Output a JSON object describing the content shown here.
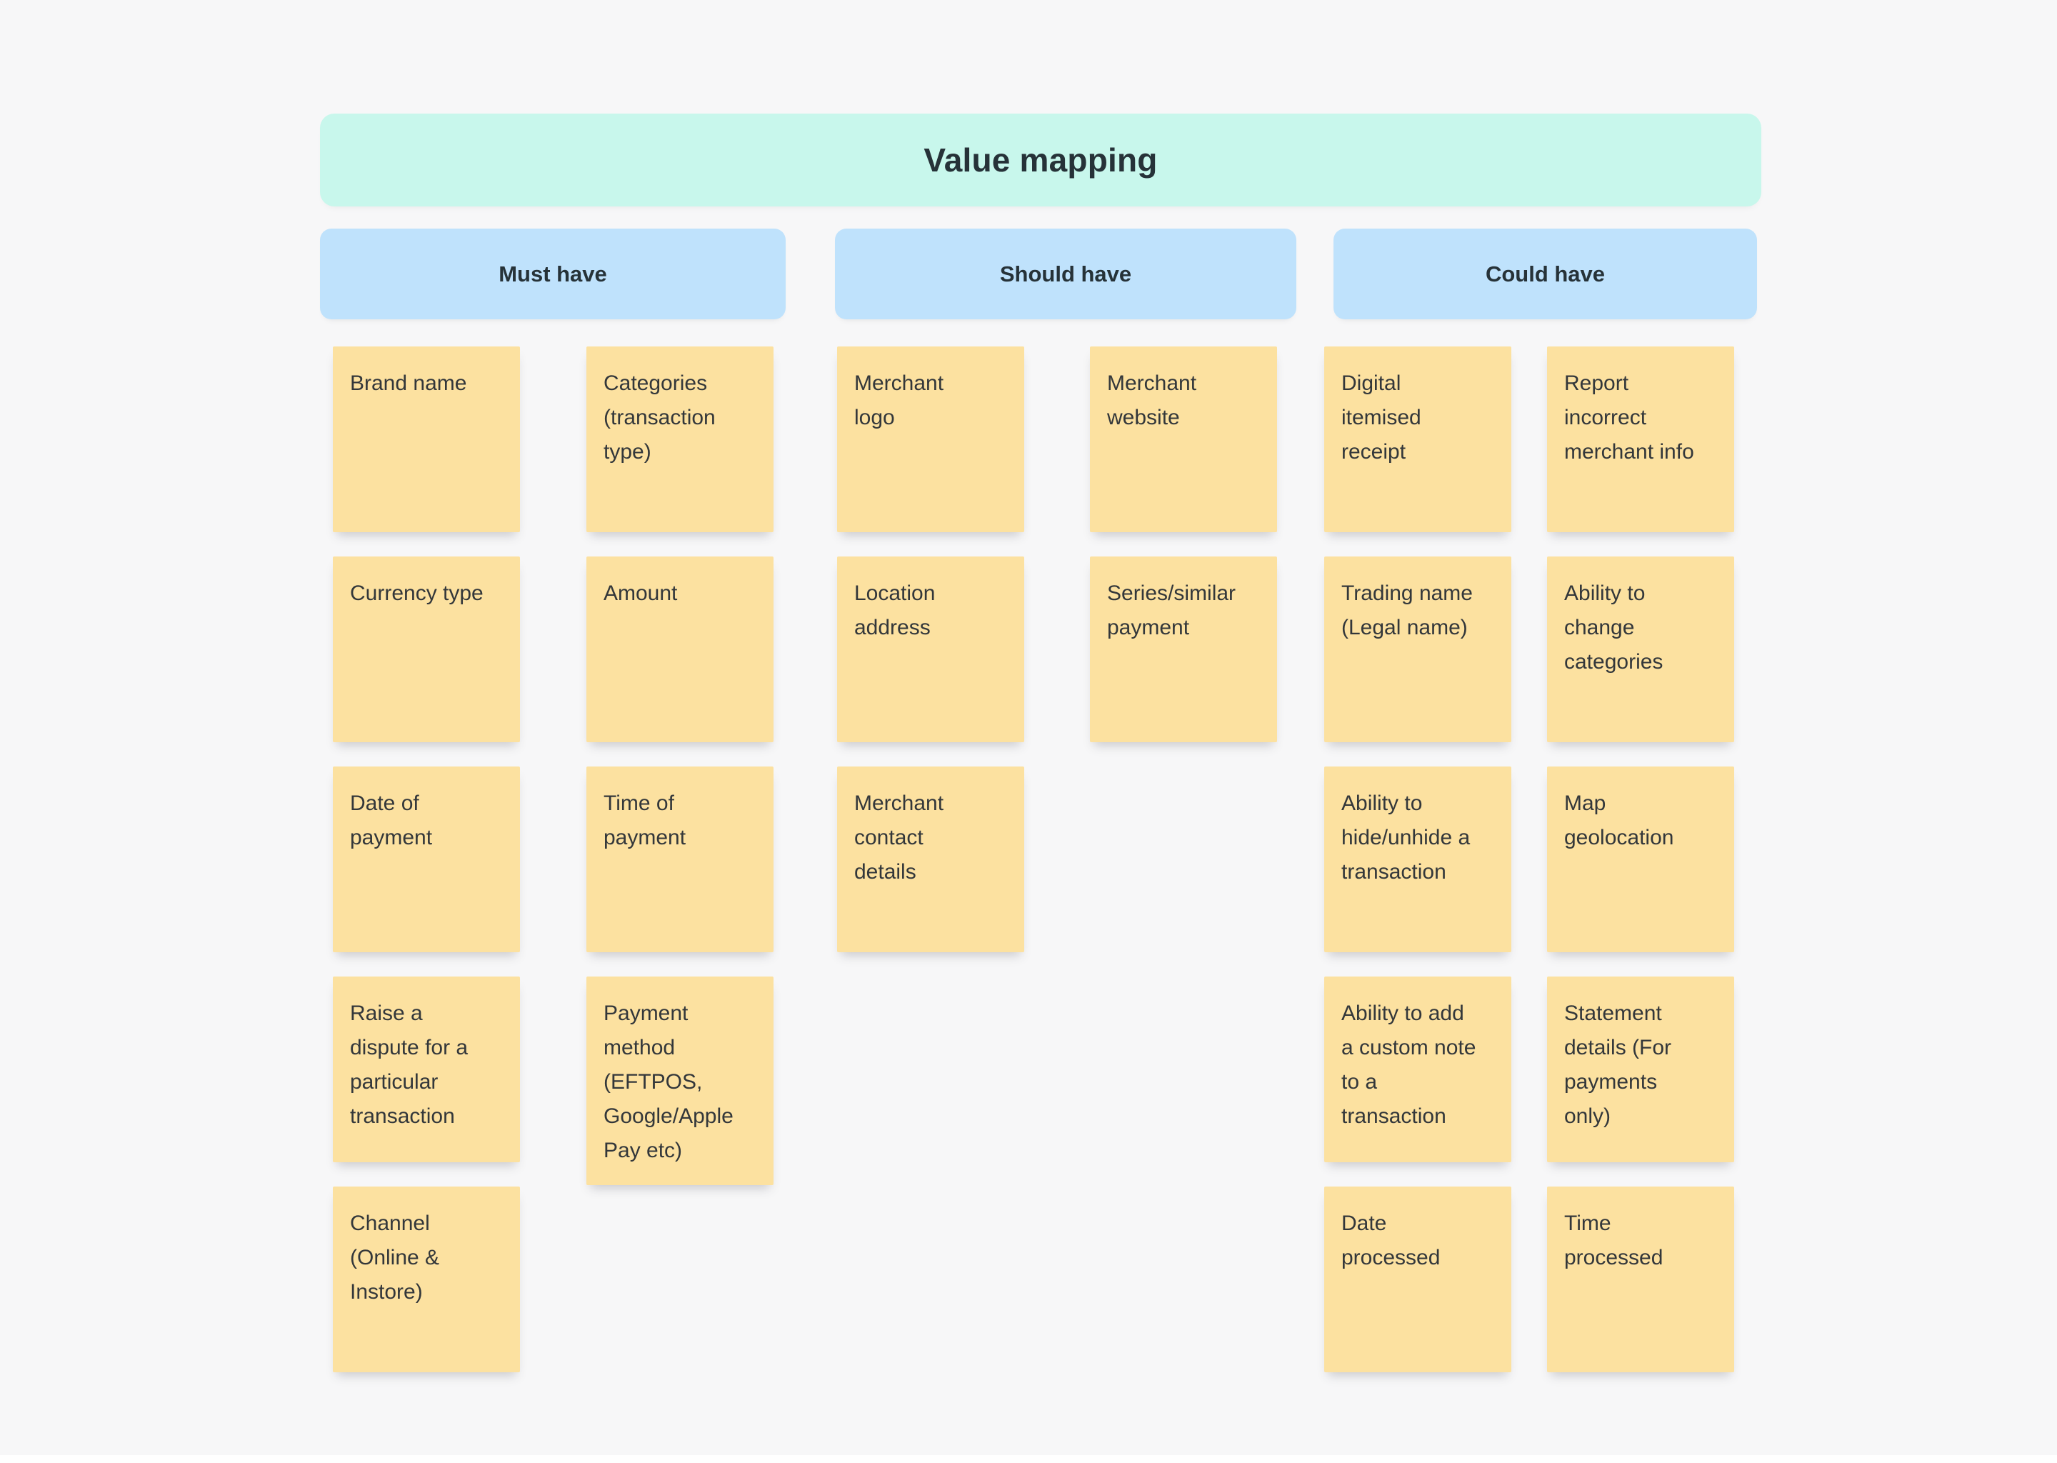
{
  "board": {
    "title": "Value mapping",
    "colors": {
      "background": "#f7f7f8",
      "title_banner": "#c8f7ec",
      "column_header": "#bfe2fc",
      "sticky_note": "#fce1a0",
      "heading_text": "#263238",
      "note_text": "#33373a"
    },
    "columns": [
      {
        "header": "Must have",
        "left": [
          "Brand name",
          "Currency type",
          "Date of payment",
          "Raise a dispute for a particular transaction",
          "Channel (Online & Instore)"
        ],
        "right": [
          "Categories (transaction type)",
          "Amount",
          "Time of payment",
          "Payment method (EFTPOS, Google/Apple Pay etc)"
        ]
      },
      {
        "header": "Should have",
        "left": [
          "Merchant logo",
          "Location address",
          "Merchant contact details"
        ],
        "right": [
          "Merchant website",
          "Series/similar payment"
        ]
      },
      {
        "header": "Could have",
        "left": [
          "Digital itemised receipt",
          "Trading name (Legal name)",
          "Ability to hide/unhide a transaction",
          "Ability to add a custom note to a transaction",
          "Date processed"
        ],
        "right": [
          "Report incorrect merchant info",
          "Ability to change categories",
          "Map geolocation",
          "Statement details (For payments only)",
          "Time processed"
        ]
      }
    ]
  }
}
